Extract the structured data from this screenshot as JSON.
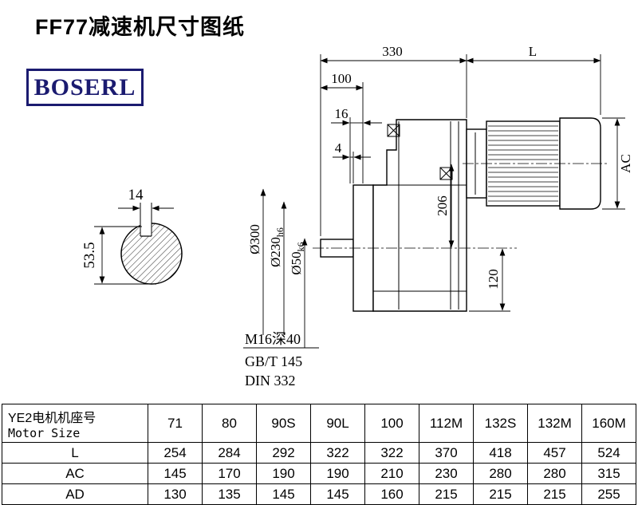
{
  "page": {
    "title": "FF77减速机尺寸图纸",
    "brand": "BOSERL"
  },
  "drawing": {
    "dims": {
      "d330": "330",
      "dL": "L",
      "d100": "100",
      "d16": "16",
      "d4": "4",
      "d14": "14",
      "d53_5": "53.5",
      "d300": "Ø300",
      "d230": "Ø230",
      "d230_sub": "h6",
      "d50": "Ø50",
      "d50_sub": "k6",
      "d206": "206",
      "d120": "120",
      "dAC": "AC"
    },
    "notes": [
      "M16深40",
      "GB/T 145",
      "DIN 332"
    ]
  },
  "table": {
    "header": {
      "line1": "YE2电机机座号",
      "line2": "Motor Size",
      "sizes": [
        "71",
        "80",
        "90S",
        "90L",
        "100",
        "112M",
        "132S",
        "132M",
        "160M"
      ]
    },
    "rows": [
      {
        "label": "L",
        "values": [
          "254",
          "284",
          "292",
          "322",
          "322",
          "370",
          "418",
          "457",
          "524"
        ]
      },
      {
        "label": "AC",
        "values": [
          "145",
          "170",
          "190",
          "190",
          "210",
          "230",
          "280",
          "280",
          "315"
        ]
      },
      {
        "label": "AD",
        "values": [
          "130",
          "135",
          "145",
          "145",
          "160",
          "215",
          "215",
          "215",
          "255"
        ]
      }
    ]
  }
}
